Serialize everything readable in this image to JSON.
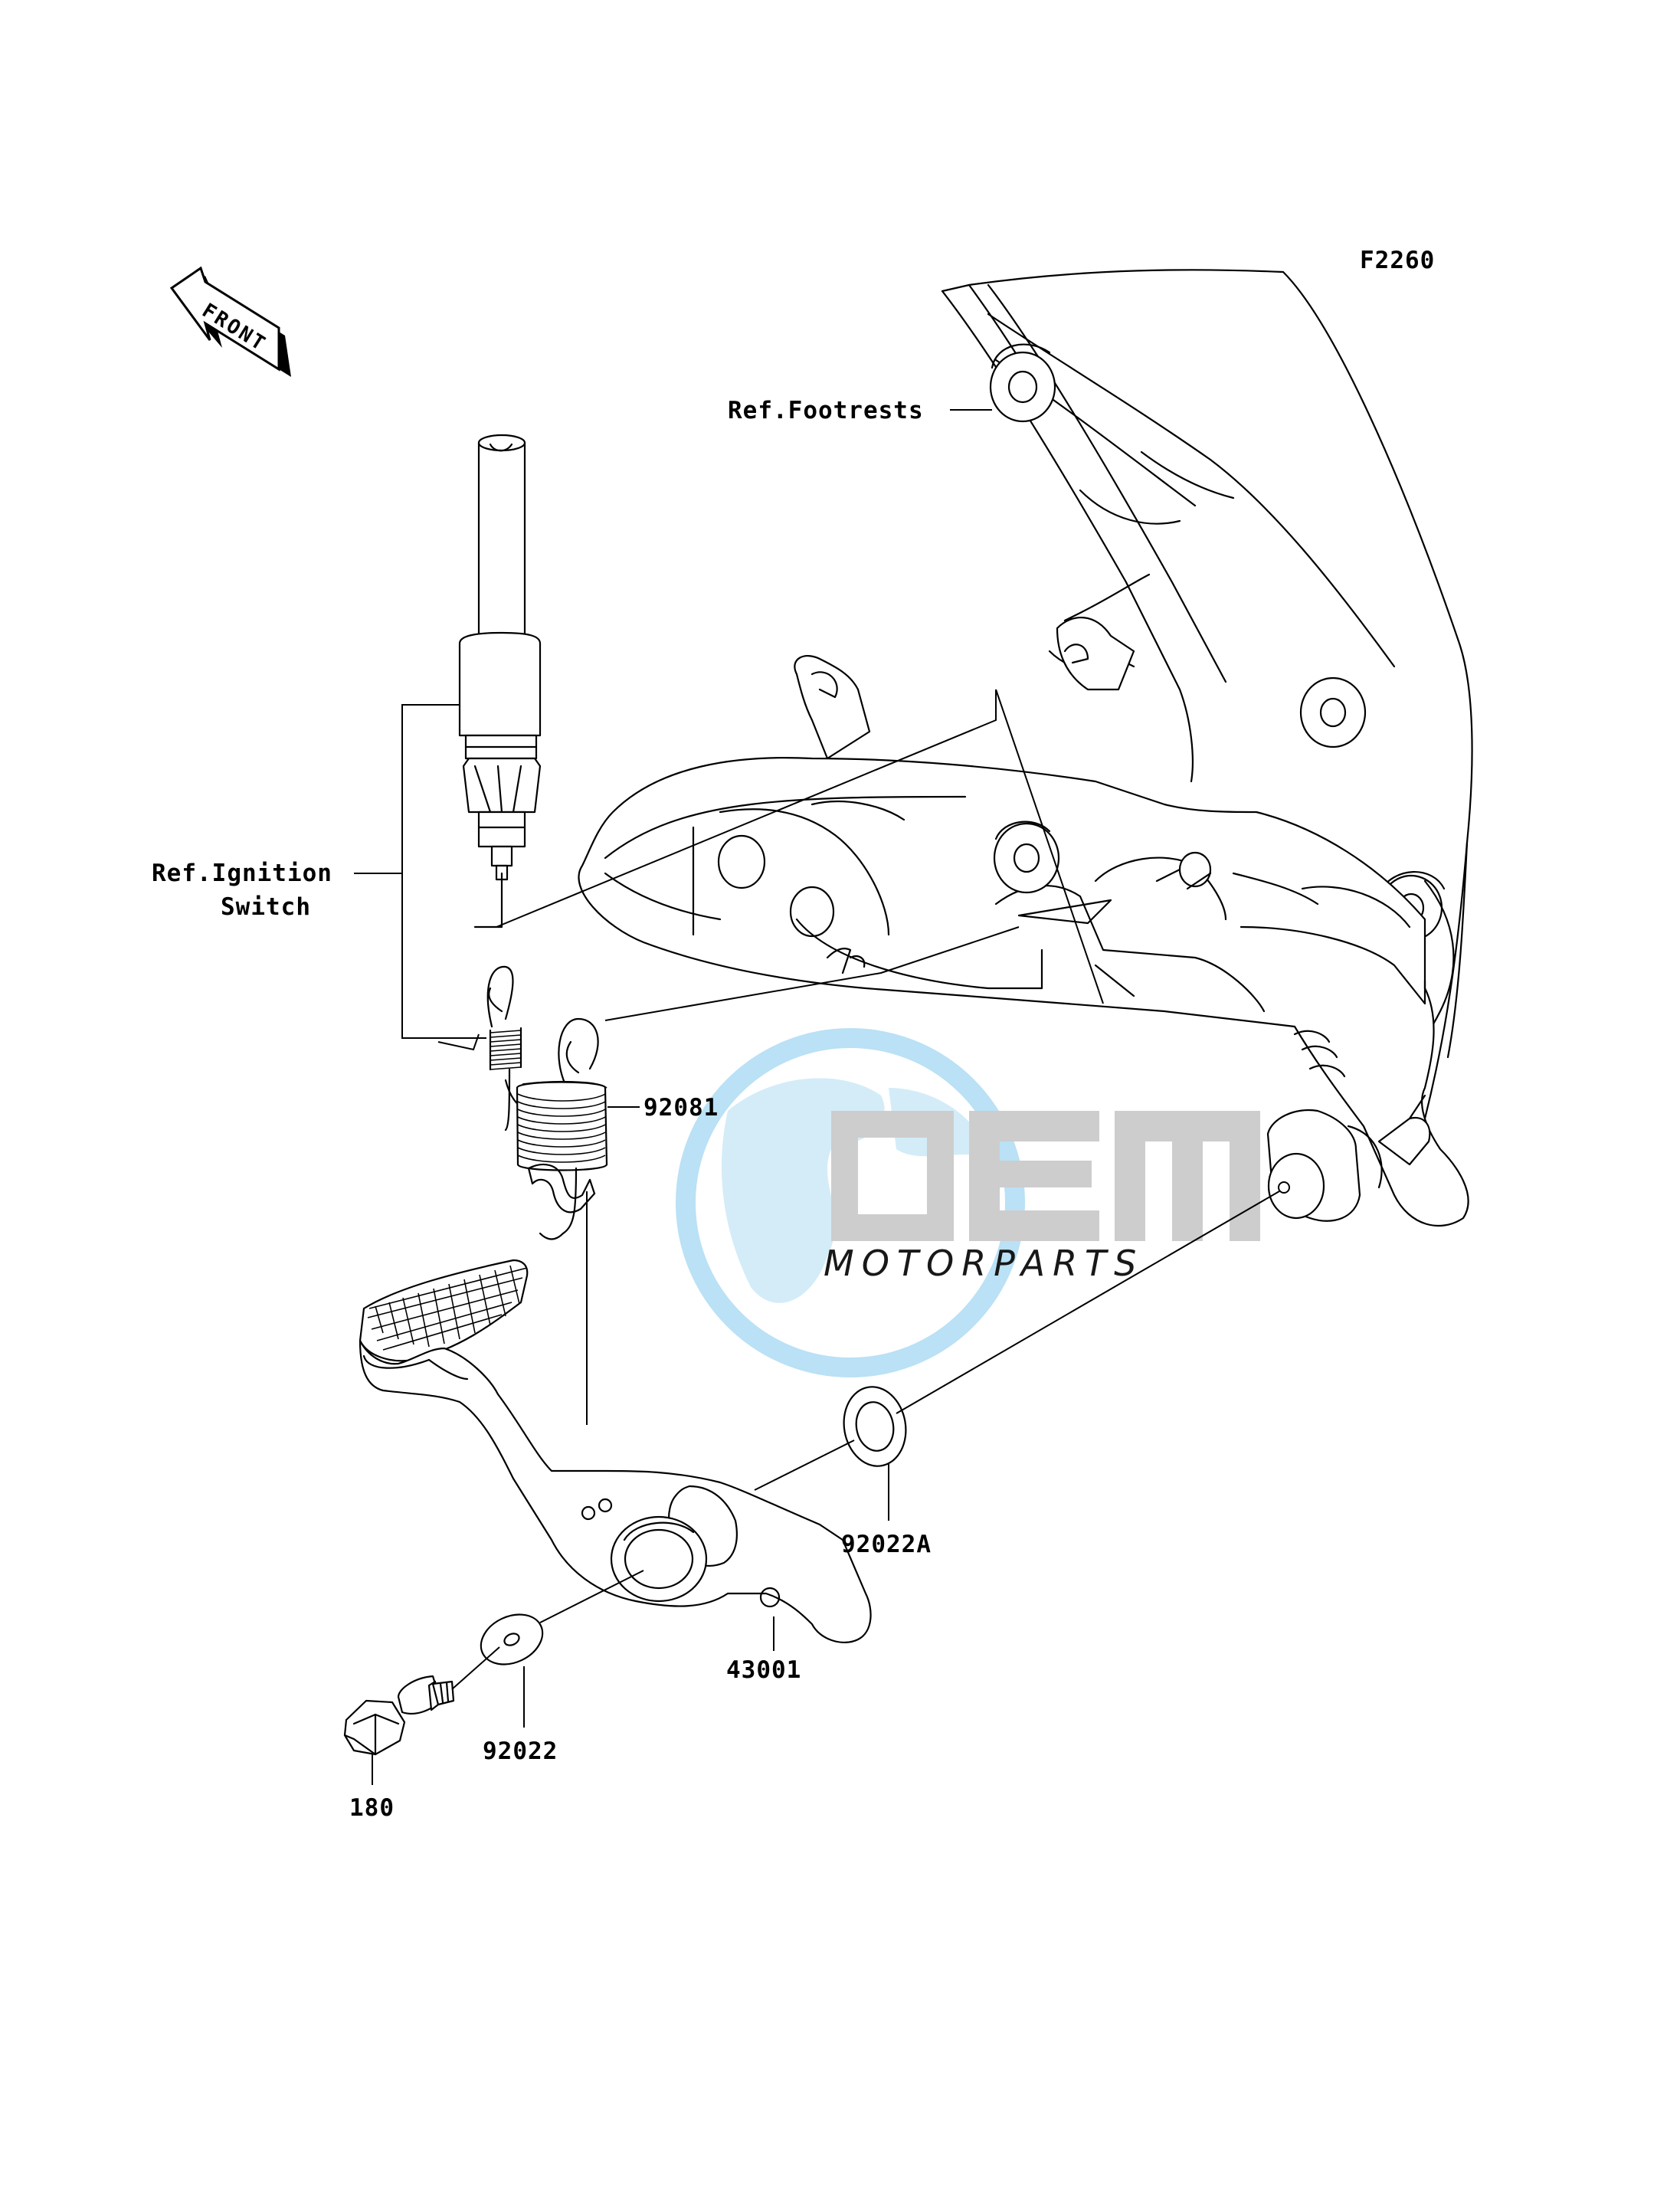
{
  "figure_code": "F2260",
  "front_arrow_label": "FRONT",
  "labels": {
    "footrests": "Ref.Footrests",
    "ignition_line1": "Ref.Ignition",
    "ignition_line2": "Switch",
    "spring": "92081",
    "washer_a": "92022A",
    "pedal": "43001",
    "washer": "92022",
    "bolt": "180"
  },
  "watermark": {
    "brand": "OEM",
    "sub": "MOTORPARTS",
    "colors": {
      "circle": "#a9d9f2",
      "text": "#c4c4c4"
    }
  }
}
